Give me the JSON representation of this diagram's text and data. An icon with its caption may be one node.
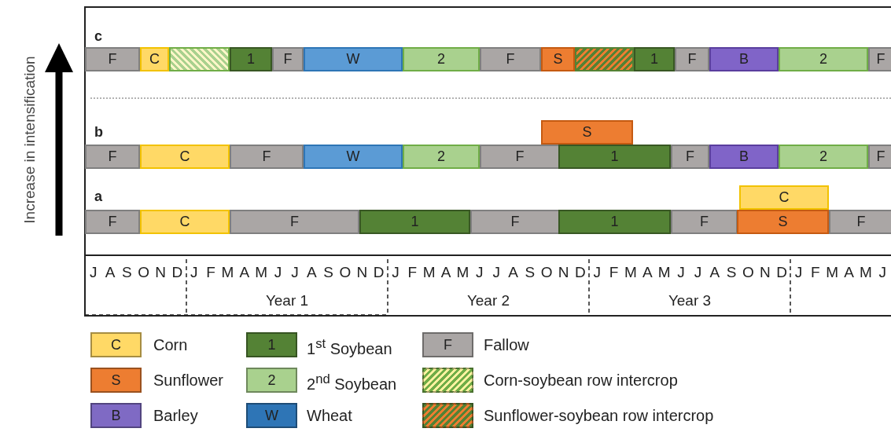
{
  "diagram": {
    "nodes": [
      {
        "text": [
          "F"
        ]
      },
      {
        "text": [
          "C"
        ]
      },
      {
        "text": [],
        "shape": "bar"
      },
      {
        "text": [
          "1"
        ]
      },
      {
        "text": [
          "F"
        ]
      },
      {
        "text": [
          "W"
        ]
      },
      {
        "text": [
          "2"
        ]
      },
      {
        "text": [
          "F"
        ]
      },
      {
        "text": [
          "S"
        ]
      },
      {
        "text": [],
        "shape": "bar"
      },
      {
        "text": [
          "1"
        ]
      },
      {
        "text": [
          "F"
        ]
      },
      {
        "text": [
          "B"
        ]
      },
      {
        "text": [
          "2"
        ]
      },
      {
        "text": [
          "F"
        ]
      },
      {
        "text": [
          "S"
        ]
      },
      {
        "text": [
          "F"
        ]
      },
      {
        "text": [
          "C"
        ]
      },
      {
        "text": [
          "F"
        ]
      },
      {
        "text": [
          "W"
        ]
      },
      {
        "text": [
          "2"
        ]
      },
      {
        "text": [
          "F"
        ]
      },
      {
        "text": [
          "1"
        ]
      },
      {
        "text": [
          "F"
        ]
      },
      {
        "text": [
          "B"
        ]
      },
      {
        "text": [
          "2"
        ]
      },
      {
        "text": [
          "F"
        ]
      },
      {
        "text": [
          "C"
        ]
      },
      {
        "text": [
          "F"
        ]
      },
      {
        "text": [
          "C"
        ]
      },
      {
        "text": [
          "F"
        ]
      },
      {
        "text": [
          "1"
        ]
      },
      {
        "text": [
          "F"
        ]
      },
      {
        "text": [
          "1"
        ]
      },
      {
        "text": [
          "F"
        ]
      },
      {
        "text": [
          "S"
        ]
      },
      {
        "text": [
          "F"
        ]
      }
    ],
    "labels": [
      "Increase in intensification",
      "c",
      "b",
      "a",
      "J",
      "A",
      "S",
      "O",
      "N",
      "D",
      "J",
      "F",
      "M",
      "A",
      "M",
      "J",
      "J",
      "A",
      "S",
      "O",
      "N",
      "D",
      "J",
      "F",
      "M",
      "A",
      "M",
      "J",
      "J",
      "A",
      "S",
      "O",
      "N",
      "D",
      "J",
      "F",
      "M",
      "A",
      "M",
      "J",
      "J",
      "A",
      "S",
      "O",
      "N",
      "D",
      "J",
      "F",
      "M",
      "A",
      "M",
      "J",
      "Year 1",
      "Year 2",
      "Year 3",
      "C",
      "1",
      "F",
      "S",
      "2",
      "B",
      "W"
    ],
    "legend": [
      {
        "text": "Corn",
        "color": "#ffd966"
      },
      {
        "text": "1$^{st}$ Soybean",
        "color": "#548235"
      },
      {
        "text": "Fallow",
        "color": "#aaa6a5"
      },
      {
        "text": "Sunflower",
        "color": "#ed7d31"
      },
      {
        "text": "2$^{nd}$ Soybean",
        "color": "#a9d18e"
      },
      {
        "text": "Corn-soybean row intercrop"
      },
      {
        "text": "Barley",
        "color": "#7f6ac4"
      },
      {
        "text": "Wheat",
        "color": "#2e75b6"
      },
      {
        "text": "Sunflower-soybean row intercrop"
      }
    ]
  }
}
